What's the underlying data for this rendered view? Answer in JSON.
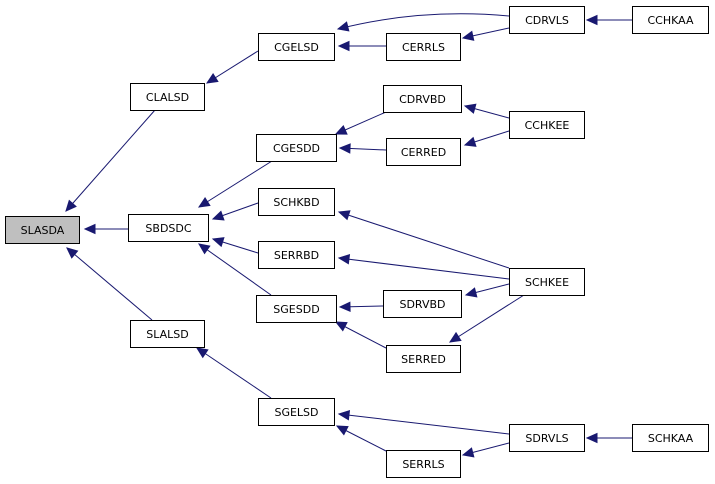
{
  "diagram": {
    "nodes": [
      {
        "id": "slasda",
        "label": "SLASDA",
        "root": true
      },
      {
        "id": "clalsd",
        "label": "CLALSD"
      },
      {
        "id": "sbdsdc",
        "label": "SBDSDC"
      },
      {
        "id": "slalsd",
        "label": "SLALSD"
      },
      {
        "id": "cgelsd",
        "label": "CGELSD"
      },
      {
        "id": "cgesdd",
        "label": "CGESDD"
      },
      {
        "id": "schkbd",
        "label": "SCHKBD"
      },
      {
        "id": "serrbd",
        "label": "SERRBD"
      },
      {
        "id": "sgesdd",
        "label": "SGESDD"
      },
      {
        "id": "sgelsd",
        "label": "SGELSD"
      },
      {
        "id": "cerrls",
        "label": "CERRLS"
      },
      {
        "id": "cdrvbd",
        "label": "CDRVBD"
      },
      {
        "id": "cerred",
        "label": "CERRED"
      },
      {
        "id": "sdrvbd",
        "label": "SDRVBD"
      },
      {
        "id": "serred",
        "label": "SERRED"
      },
      {
        "id": "serrls",
        "label": "SERRLS"
      },
      {
        "id": "cdrvls",
        "label": "CDRVLS"
      },
      {
        "id": "cchkee",
        "label": "CCHKEE"
      },
      {
        "id": "schkee",
        "label": "SCHKEE"
      },
      {
        "id": "sdrvls",
        "label": "SDRVLS"
      },
      {
        "id": "cchkaa",
        "label": "CCHKAA"
      },
      {
        "id": "schkaa",
        "label": "SCHKAA"
      }
    ],
    "edges": [
      {
        "from": "clalsd",
        "to": "slasda"
      },
      {
        "from": "sbdsdc",
        "to": "slasda"
      },
      {
        "from": "slalsd",
        "to": "slasda"
      },
      {
        "from": "cgelsd",
        "to": "clalsd"
      },
      {
        "from": "cgesdd",
        "to": "sbdsdc"
      },
      {
        "from": "schkbd",
        "to": "sbdsdc"
      },
      {
        "from": "serrbd",
        "to": "sbdsdc"
      },
      {
        "from": "sgesdd",
        "to": "sbdsdc"
      },
      {
        "from": "sgelsd",
        "to": "slalsd"
      },
      {
        "from": "cdrvls",
        "to": "cgelsd"
      },
      {
        "from": "cerrls",
        "to": "cgelsd"
      },
      {
        "from": "cdrvbd",
        "to": "cgesdd"
      },
      {
        "from": "cerred",
        "to": "cgesdd"
      },
      {
        "from": "schkee",
        "to": "schkbd"
      },
      {
        "from": "schkee",
        "to": "serrbd"
      },
      {
        "from": "sdrvbd",
        "to": "sgesdd"
      },
      {
        "from": "serred",
        "to": "sgesdd"
      },
      {
        "from": "sdrvls",
        "to": "sgelsd"
      },
      {
        "from": "serrls",
        "to": "sgelsd"
      },
      {
        "from": "cdrvls",
        "to": "cerrls"
      },
      {
        "from": "cchkee",
        "to": "cdrvbd"
      },
      {
        "from": "cchkee",
        "to": "cerred"
      },
      {
        "from": "schkee",
        "to": "sdrvbd"
      },
      {
        "from": "schkee",
        "to": "serred"
      },
      {
        "from": "sdrvls",
        "to": "serrls"
      },
      {
        "from": "cchkaa",
        "to": "cdrvls"
      },
      {
        "from": "schkaa",
        "to": "sdrvls"
      }
    ]
  }
}
